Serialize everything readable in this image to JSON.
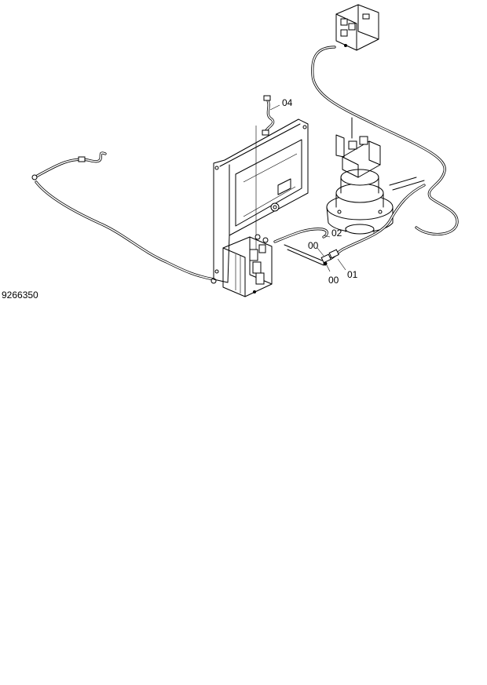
{
  "figure_number": "9266350",
  "callouts": {
    "c04": "04",
    "c02": "02",
    "c00a": "00",
    "c00b": "00",
    "c01": "01"
  }
}
